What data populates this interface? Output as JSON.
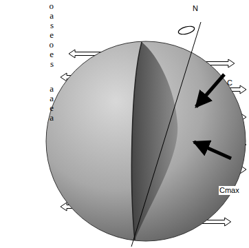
{
  "diagram": {
    "labels": [
      "o",
      "a",
      "s",
      "e",
      "o",
      "e",
      "s",
      "a",
      "a",
      "e",
      "a",
      "N",
      "C",
      "Cmax"
    ]
  }
}
